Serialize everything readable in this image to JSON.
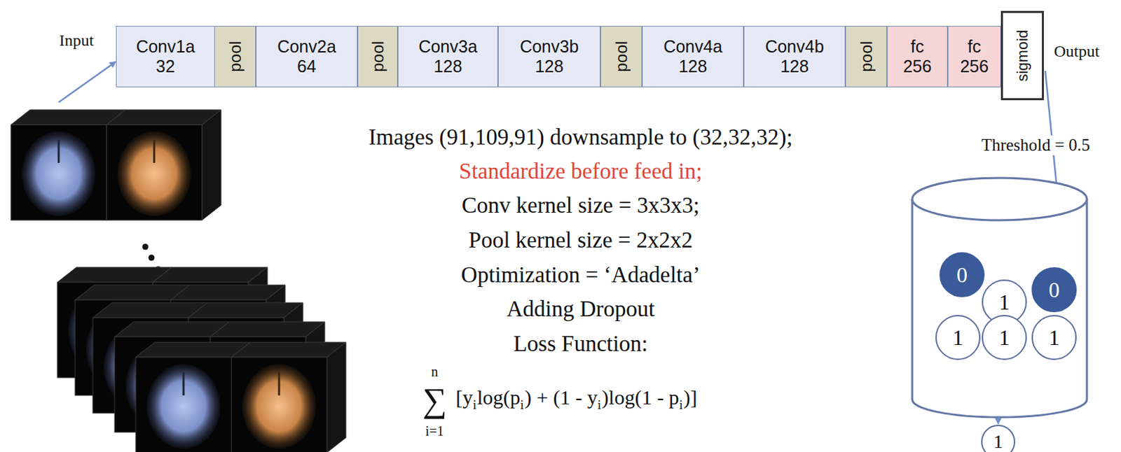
{
  "diagram": {
    "nodes": [
      {
        "text": [
          "Conv1a",
          "32"
        ]
      },
      {
        "text": [
          "pool"
        ]
      },
      {
        "text": [
          "Conv2a",
          "64"
        ]
      },
      {
        "text": [
          "pool"
        ]
      },
      {
        "text": [
          "Conv3a",
          "128"
        ]
      },
      {
        "text": [
          "Conv3b",
          "128"
        ]
      },
      {
        "text": [
          "pool"
        ]
      },
      {
        "text": [
          "Conv4a",
          "128"
        ]
      },
      {
        "text": [
          "Conv4b",
          "128"
        ]
      },
      {
        "text": [
          "pool"
        ]
      },
      {
        "text": [
          "fc",
          "256"
        ]
      },
      {
        "text": [
          "fc",
          "256"
        ]
      },
      {
        "text": [
          "sigmoid"
        ]
      },
      {
        "text": [
          "0"
        ]
      },
      {
        "text": [
          "1"
        ]
      },
      {
        "text": [
          "0"
        ]
      },
      {
        "text": [
          "1"
        ]
      },
      {
        "text": [
          "1"
        ]
      },
      {
        "text": [
          "1"
        ]
      },
      {
        "text": [
          "1"
        ]
      }
    ],
    "labels": [
      "Input",
      "Output",
      "Images (91,109,91) downsample to (32,32,32);",
      "Standardize before feed in;",
      "Conv kernel size = 3x3x3;",
      "Pool kernel size = 2x2x2",
      "Optimization = ‘Adadelta’",
      "Adding Dropout",
      "Loss Function:",
      "n",
      "∑",
      "i=1",
      "[y",
      "i",
      "log(p",
      "i",
      ") + (1 - y",
      "i",
      ")log(1 - p",
      "i",
      ")]",
      "Threshold = 0.5"
    ]
  }
}
